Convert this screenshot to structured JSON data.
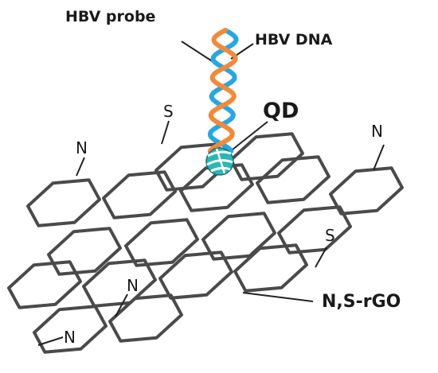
{
  "labels": {
    "probe": "HBV probe",
    "dna": "HBV DNA",
    "qd": "QD",
    "material": "N,S-rGO",
    "dopants": [
      "S",
      "N",
      "N",
      "S",
      "N",
      "N"
    ]
  },
  "colors": {
    "lattice": "#4a4a4a",
    "probe_strand": "#29a6e0",
    "dna_strand": "#f08a3c",
    "qd_fill": "#2bb7b4",
    "text": "#1a1a1a"
  },
  "icons": {
    "quantum_dot": "striped-sphere-icon",
    "helix": "double-helix-icon"
  }
}
